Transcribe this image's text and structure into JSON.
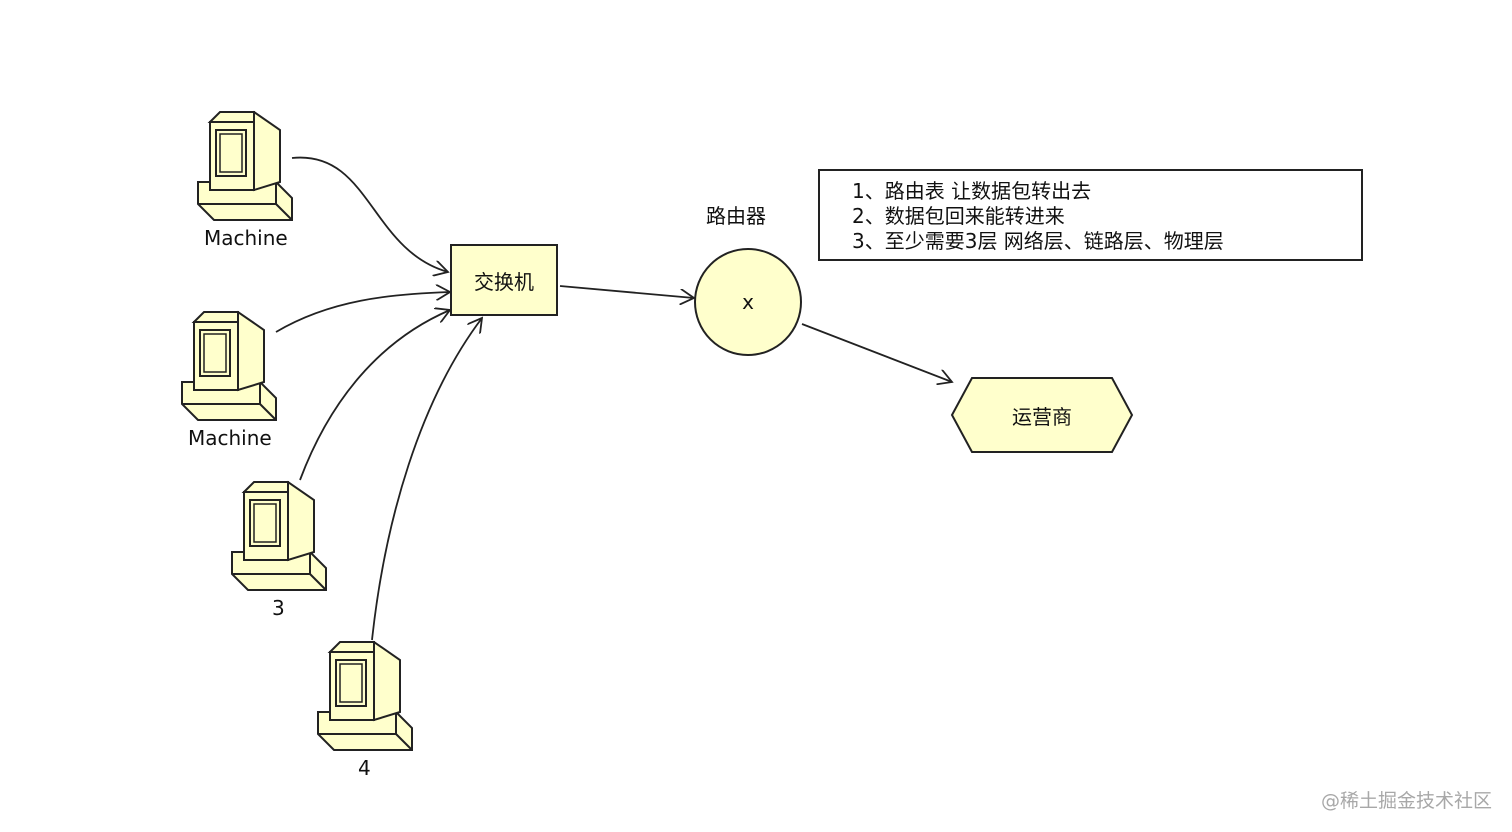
{
  "machines": [
    {
      "label": "Machine"
    },
    {
      "label": "Machine"
    },
    {
      "label": "3"
    },
    {
      "label": "4"
    }
  ],
  "switch": {
    "label": "交换机"
  },
  "router": {
    "title": "路由器",
    "label": "x"
  },
  "note": {
    "lines": [
      "1、路由表 让数据包转出去",
      "2、数据包回来能转进来",
      "3、至少需要3层 网络层、链路层、物理层"
    ]
  },
  "isp": {
    "label": "运营商"
  },
  "watermark": "@稀土掘金技术社区",
  "colors": {
    "fill": "#ffffcc",
    "stroke": "#222222"
  }
}
